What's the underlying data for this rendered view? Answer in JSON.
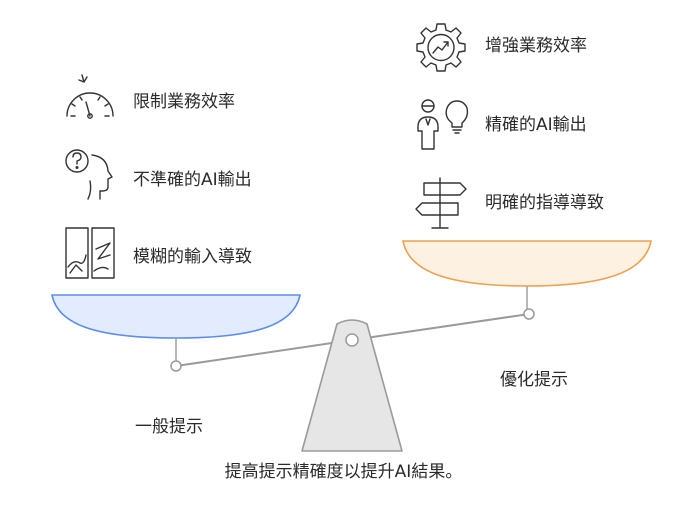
{
  "left_side": {
    "items": [
      {
        "label": "限制業務效率",
        "icon": "speedometer-icon"
      },
      {
        "label": "不準確的AI輸出",
        "icon": "confused-head-icon"
      },
      {
        "label": "模糊的輸入導致",
        "icon": "blurry-images-icon"
      }
    ],
    "pan_label": "一般提示",
    "color": "#5b8def"
  },
  "right_side": {
    "items": [
      {
        "label": "增強業務效率",
        "icon": "gear-chart-icon"
      },
      {
        "label": "精確的AI輸出",
        "icon": "person-bulb-icon"
      },
      {
        "label": "明確的指導導致",
        "icon": "signpost-icon"
      }
    ],
    "pan_label": "優化提示",
    "color": "#f0a050"
  },
  "caption": "提高提示精確度以提升AI結果。"
}
